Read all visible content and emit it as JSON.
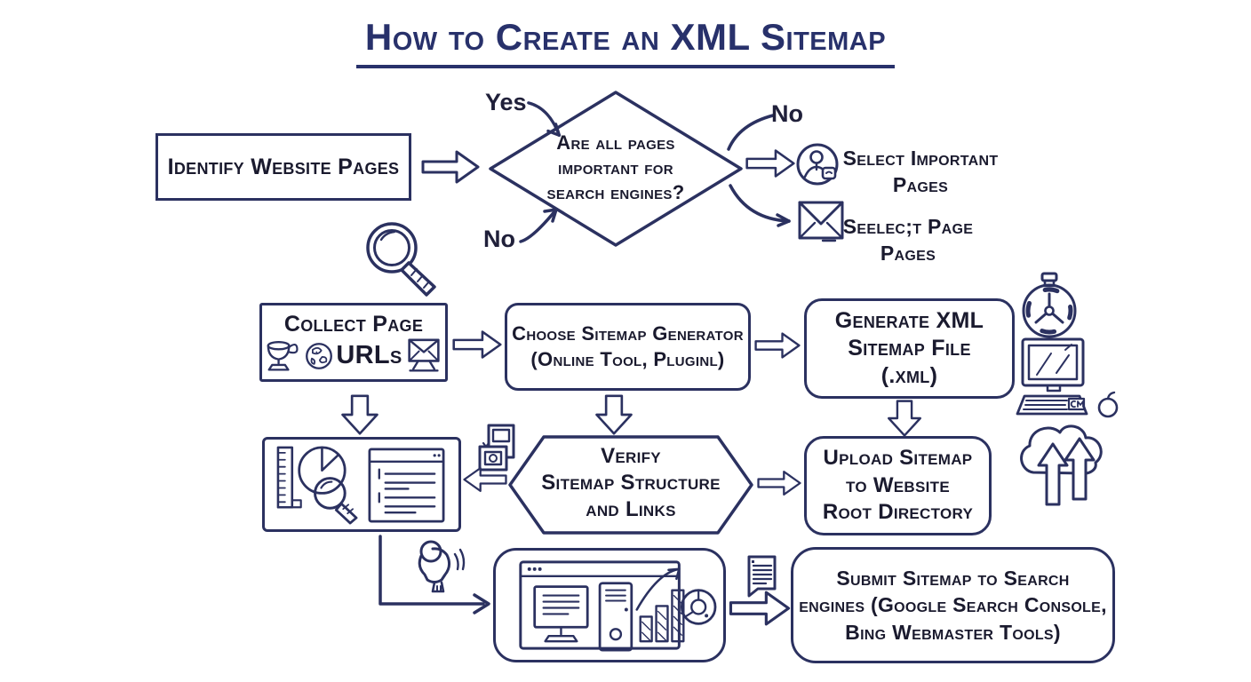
{
  "page": {
    "title": "How to Create an XML Sitemap"
  },
  "colors": {
    "ink": "#2b3160",
    "text": "#1a1a2e",
    "title": "#28316b",
    "background": "#ffffff"
  },
  "decision_labels": {
    "yes": "Yes",
    "no_left": "No",
    "no_right": "No"
  },
  "nodes": {
    "identify": {
      "label": "Identify Website Pages"
    },
    "decision": {
      "lines": [
        "Are all pages",
        "important for",
        "search engines?"
      ]
    },
    "select_important": {
      "lines": [
        "Select Important",
        "Pages"
      ]
    },
    "select_pages": {
      "lines": [
        "Seelec;t Page",
        "Pages"
      ]
    },
    "collect": {
      "line1": "Collect Page",
      "line2": "URLs"
    },
    "choose": {
      "lines": [
        "Choose Sitemap Generator",
        "(Online Tool, Pluginl)"
      ]
    },
    "generate": {
      "lines": [
        "Generate XML",
        "Sitemap File",
        "(.xml)"
      ]
    },
    "verify": {
      "lines": [
        "Verify",
        "Sitemap Structure",
        "and Links"
      ]
    },
    "upload": {
      "lines": [
        "Upload Sitemap",
        "to Website",
        "Root Directory"
      ]
    },
    "submit": {
      "lines": [
        "Submit Sitemap to Search",
        "engines (Google Search Console,",
        "Bing Webmaster Tools)"
      ]
    }
  },
  "icons": [
    "magnifier-icon",
    "user-circle-icon",
    "envelope-icon",
    "trophy-icon",
    "globe-icon",
    "envelope-monitor-icon",
    "stopwatch-icon",
    "desktop-computer-icon",
    "apple-mouse-icon",
    "cloud-upload-icon",
    "chart-magnifier-illustration",
    "browser-list-illustration",
    "photo-stack-icon",
    "fist-icon",
    "browser-analytics-illustration",
    "donut-chart-icon",
    "document-icon"
  ]
}
